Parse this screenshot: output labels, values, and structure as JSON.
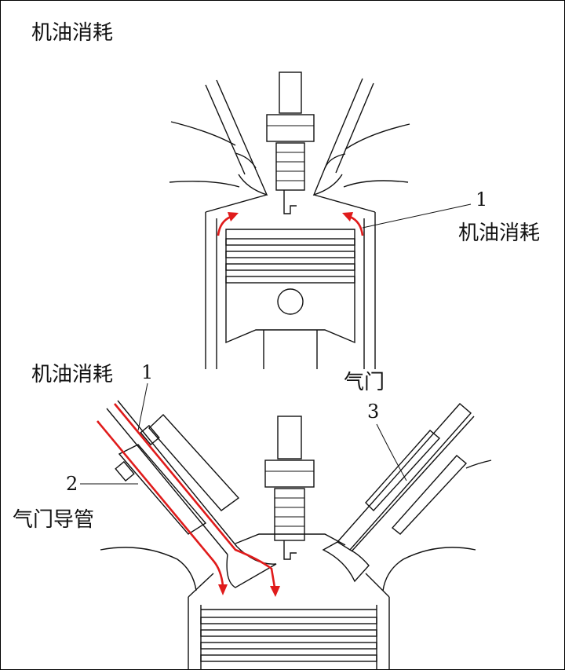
{
  "title": "机油消耗",
  "top_diagram": {
    "callout_number": "1",
    "callout_label": "机油消耗"
  },
  "bottom_diagram": {
    "label_oil_consumption": "机油消耗",
    "number_1": "1",
    "label_valve": "气门",
    "number_3": "3",
    "number_2": "2",
    "label_valve_guide": "气门导管"
  },
  "colors": {
    "oil_flow": "#e01b1b",
    "line": "#111111"
  },
  "icons": [
    "spark-plug-icon",
    "piston-icon",
    "valve-icon",
    "oil-flow-arrow-icon"
  ]
}
